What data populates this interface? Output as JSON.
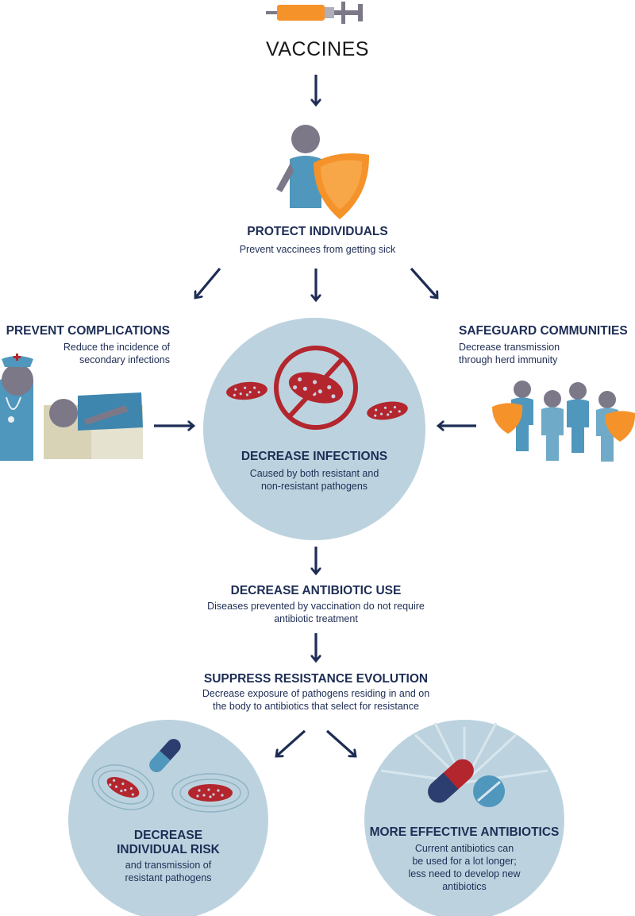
{
  "diagram": {
    "title": "VACCINES",
    "protect": {
      "title": "PROTECT INDIVIDUALS",
      "desc": "Prevent vaccinees from getting sick"
    },
    "complications": {
      "title": "PREVENT COMPLICATIONS",
      "desc_1": "Reduce the incidence of",
      "desc_2": "secondary infections"
    },
    "communities": {
      "title": "SAFEGUARD COMMUNITIES",
      "desc_1": "Decrease transmission",
      "desc_2": "through herd immunity"
    },
    "infections": {
      "title": "DECREASE INFECTIONS",
      "desc_1": "Caused by both resistant and",
      "desc_2": "non-resistant pathogens"
    },
    "antibiotic_use": {
      "title": "DECREASE ANTIBIOTIC USE",
      "desc_1": "Diseases prevented by vaccination do not require",
      "desc_2": "antibiotic treatment"
    },
    "resistance": {
      "title": "SUPPRESS RESISTANCE EVOLUTION",
      "desc_1": "Decrease exposure of pathogens residing in and on",
      "desc_2": "the body to antibiotics that select for resistance"
    },
    "individual_risk": {
      "title_1": "DECREASE",
      "title_2": "INDIVIDUAL RISK",
      "desc_1": "and transmission of",
      "desc_2": "resistant pathogens"
    },
    "effective": {
      "title": "MORE EFFECTIVE ANTIBIOTICS",
      "desc_1": "Current antibiotics can",
      "desc_2": "be used for a lot longer;",
      "desc_3": "less need to develop new",
      "desc_4": "antibiotics"
    }
  },
  "colors": {
    "navy": "#1e2d55",
    "circle": "#bcd3df",
    "orange": "#f5922a",
    "gray": "#7d7888",
    "blue": "#4f97bd",
    "red": "#b3262d"
  },
  "icons": [
    "syringe-icon",
    "person-shield-icon",
    "nurse-patient-icon",
    "community-icon",
    "no-bacteria-icon",
    "bacteria-icon",
    "pill-icon",
    "tablet-icon"
  ]
}
